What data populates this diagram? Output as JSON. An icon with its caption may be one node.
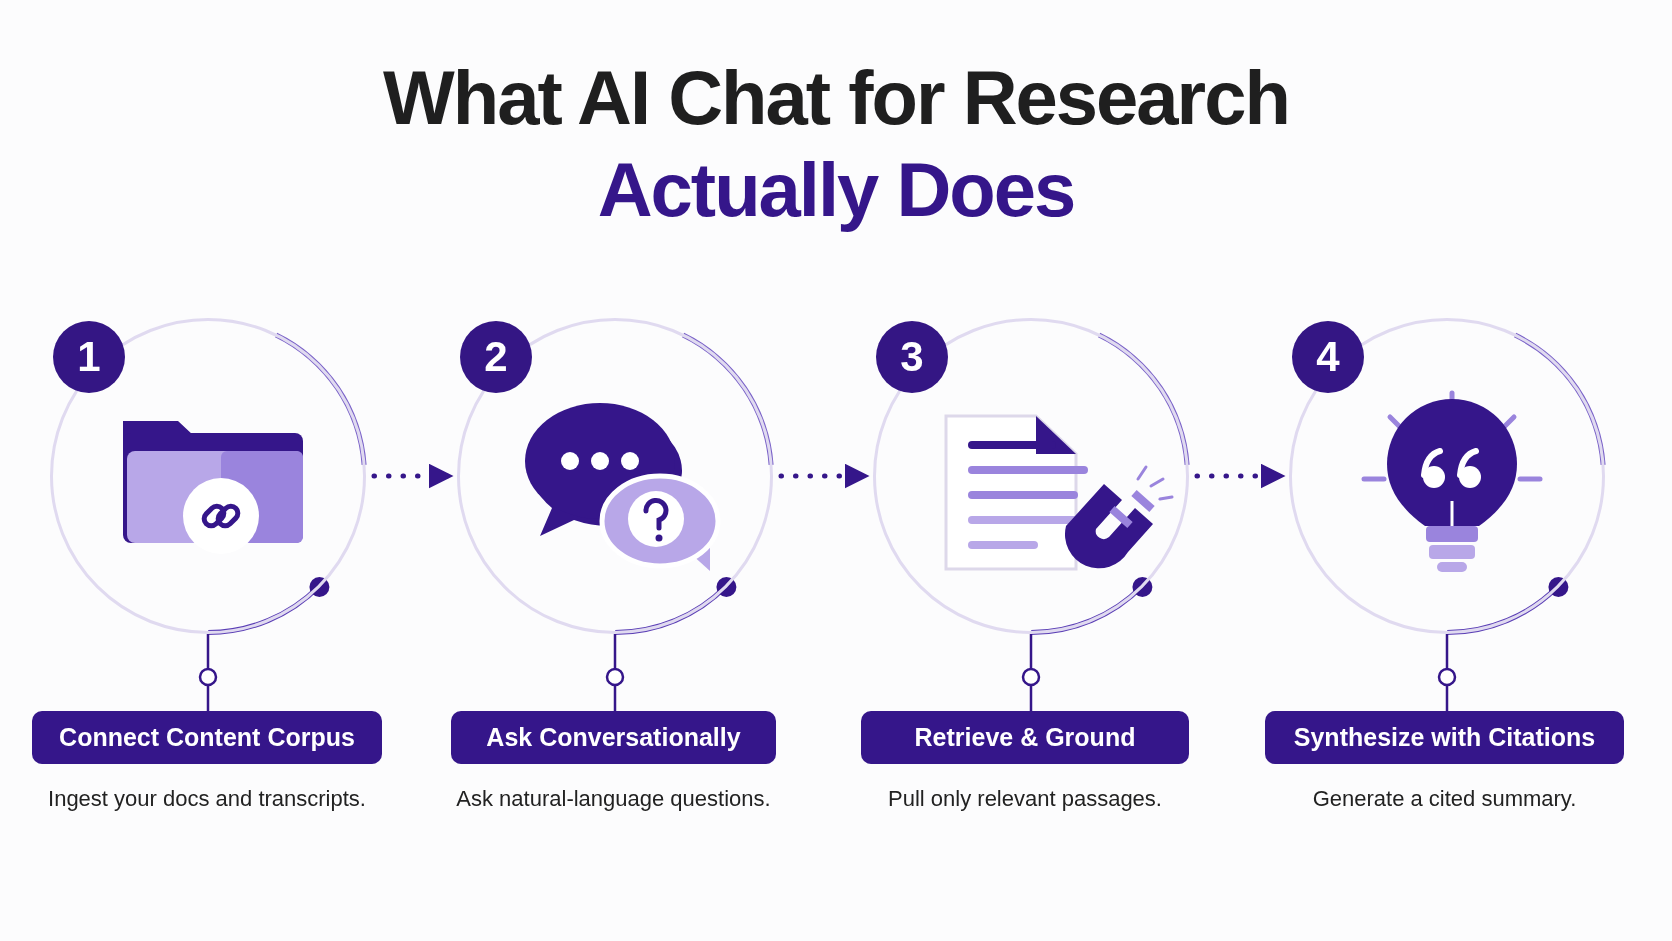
{
  "diagram": {
    "title": "What AI Chat for Research",
    "nodes": [
      {
        "text": [
          "1"
        ]
      },
      {
        "text": [
          "Connect Content Corpus"
        ],
        "beside": [
          "Ingest your docs and transcripts."
        ]
      },
      {
        "text": [
          "2"
        ]
      },
      {
        "text": [
          "Ask Conversationally"
        ],
        "beside": [
          "Ask natural-language questions."
        ]
      },
      {
        "text": [
          "3"
        ]
      },
      {
        "text": [
          "Retrieve & Ground"
        ],
        "beside": [
          "Pull only relevant passages."
        ]
      },
      {
        "text": [
          "4"
        ]
      },
      {
        "text": [
          "Synthesize with Citations"
        ],
        "beside": [
          "Generate a cited summary."
        ]
      }
    ],
    "edges": [
      {
        "from": 0,
        "to": 1,
        "arrow": "none"
      },
      {
        "from": 0,
        "to": 2,
        "arrow": "to",
        "style": "dashed"
      },
      {
        "from": 2,
        "to": 3,
        "arrow": "none"
      },
      {
        "from": 2,
        "to": 4,
        "arrow": "to",
        "style": "dashed"
      },
      {
        "from": 4,
        "to": 5,
        "arrow": "none"
      },
      {
        "from": 4,
        "to": 6,
        "arrow": "to",
        "style": "dashed"
      },
      {
        "from": 6,
        "to": 7,
        "arrow": "none"
      }
    ],
    "labels": [
      "Actually Does"
    ]
  }
}
